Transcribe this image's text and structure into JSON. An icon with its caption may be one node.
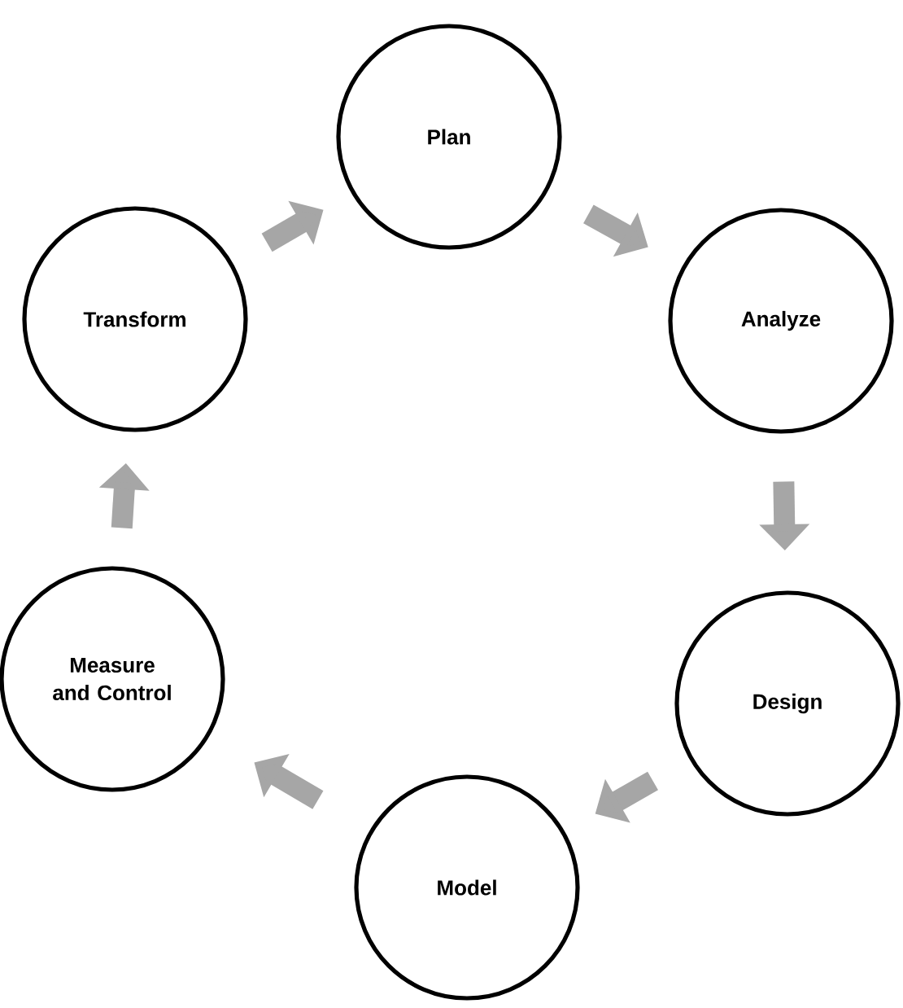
{
  "diagram": {
    "nodes": [
      {
        "text": [
          "Plan"
        ]
      },
      {
        "text": [
          "Analyze"
        ]
      },
      {
        "text": [
          "Design"
        ]
      },
      {
        "text": [
          "Model"
        ]
      },
      {
        "text": [
          "Measure and Control"
        ]
      },
      {
        "text": [
          "Transform"
        ]
      }
    ],
    "edges": [
      {
        "from": 0,
        "to": 1,
        "arrow": "to"
      },
      {
        "from": 1,
        "to": 2,
        "arrow": "to"
      },
      {
        "from": 2,
        "to": 3,
        "arrow": "to"
      },
      {
        "from": 3,
        "to": 4,
        "arrow": "to"
      },
      {
        "from": 4,
        "to": 5,
        "arrow": "to"
      },
      {
        "from": 5,
        "to": 0,
        "arrow": "to"
      }
    ]
  }
}
